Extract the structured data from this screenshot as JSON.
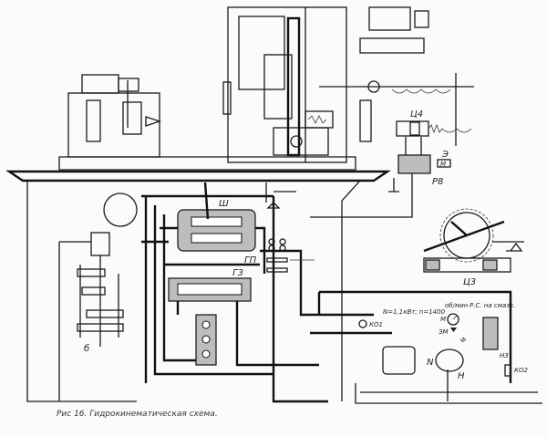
{
  "caption": "Рис 16.  Гидрокинематическая схема.",
  "labels": {
    "c4": "Ц4",
    "e": "Э",
    "em": "М",
    "r8": "Р8",
    "sh": "Ш",
    "gp": "ГП",
    "g3": "Г3",
    "c3": "Ц3",
    "ko1": "КО1",
    "ko2": "КО2",
    "motor_spec": "N=1,1кВт; n=1400",
    "rpm_unit": "об/мин",
    "lube": "Р.С. на смазк.",
    "manometer": "М",
    "zm": "ЗМ",
    "filter": "Ф",
    "pump": "Н",
    "motor": "N",
    "n3": "Н3",
    "b": "б"
  },
  "colors": {
    "ink": "#1a1a1a",
    "paper": "#fbfbf9"
  }
}
